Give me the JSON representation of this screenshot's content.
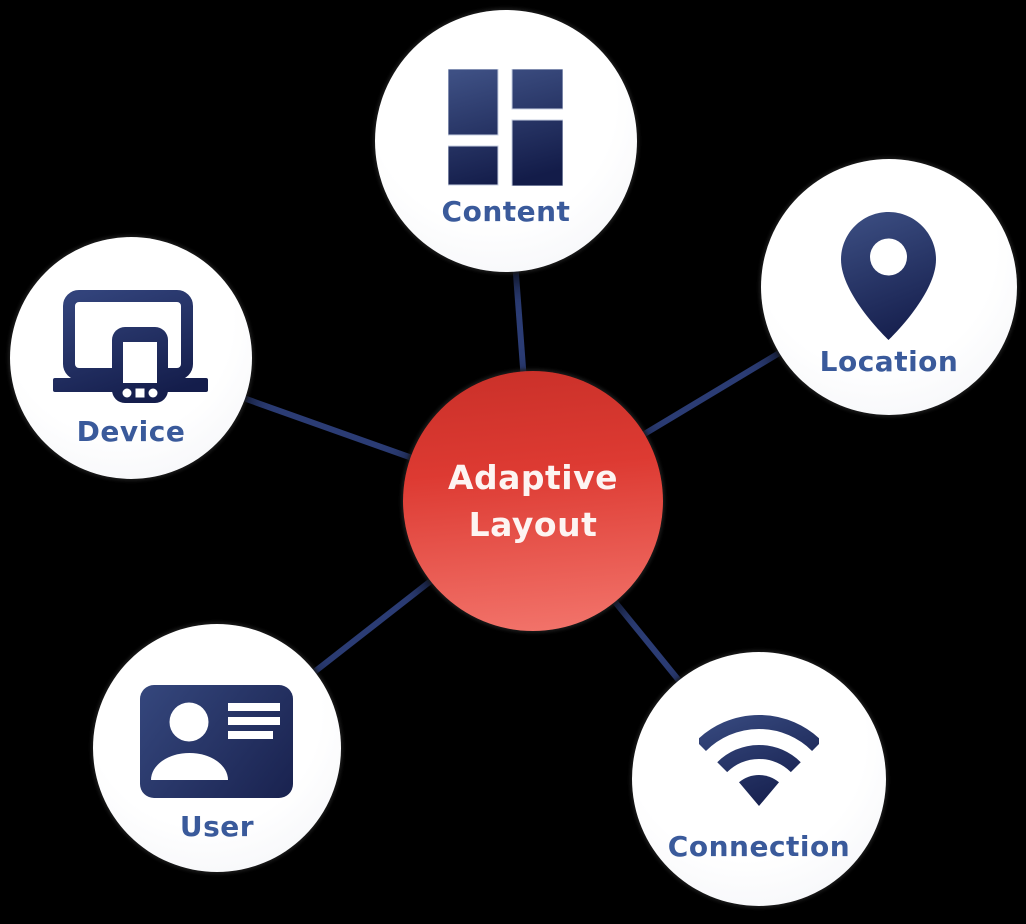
{
  "diagram": {
    "title": "Adaptive Layout",
    "center": {
      "title_line1": "Adaptive",
      "title_line2": "Layout"
    },
    "nodes": [
      {
        "id": "content",
        "label": "Content",
        "icon": "grid-layout-icon"
      },
      {
        "id": "location",
        "label": "Location",
        "icon": "map-pin-icon"
      },
      {
        "id": "device",
        "label": "Device",
        "icon": "devices-icon"
      },
      {
        "id": "user",
        "label": "User",
        "icon": "id-card-icon"
      },
      {
        "id": "connection",
        "label": "Connection",
        "icon": "wifi-icon"
      }
    ],
    "colors": {
      "background": "#000000",
      "node_fill": "#ffffff",
      "icon_navy_light": "#3e5084",
      "icon_navy_dark": "#131c49",
      "label_blue": "#3a5a9b",
      "connector": "#2b3c74",
      "center_red_top": "#c93029",
      "center_red_bottom": "#f3766d",
      "center_text": "#fdf4f2"
    }
  }
}
